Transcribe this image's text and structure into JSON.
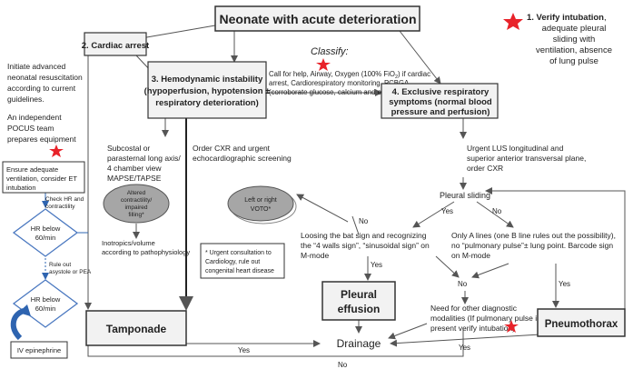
{
  "boxes": {
    "main": "Neonate with acute deterioration",
    "cardiac_arrest": "2. Cardiac arrest",
    "hemo_1": "3. Hemodynamic instability",
    "hemo_2": "(hypoperfusion, hypotension ±",
    "hemo_3": "respiratory deterioration)",
    "resp_1": "4. Exclusive respiratory",
    "resp_2": "symptoms (normal blood",
    "resp_3": "pressure and perfusion)",
    "tamponade": "Tamponade",
    "pleural_1": "Pleural",
    "pleural_2": "effusion",
    "pneumothorax": "Pneumothorax",
    "drainage": "Drainage"
  },
  "verify": {
    "line1_bold": "1. Verify intubation",
    "line1_rest": ",",
    "line2": "adequate pleural",
    "line3": "sliding with",
    "line4": "ventilation, absence",
    "line5": "of lung pulse"
  },
  "classify": {
    "title": "Classify:",
    "l1": "Call for help, Airway, Oxygen (100% FiO",
    "l1_sub": "2",
    "l1_end": ") if cardiac",
    "l2": "arrest, Cardiorespiratory monitoring, PCBGA",
    "l3": "(corroborate glucose, calcium and electrolytes)"
  },
  "left": {
    "initiate": [
      "Initiate advanced",
      "neonatal resuscitation",
      "according to current",
      "guidelines."
    ],
    "pocus": [
      "An independent",
      "POCUS team",
      "prepares equipment"
    ],
    "ensure": [
      "Ensure adequate",
      "ventilation, consider ET",
      "intubation"
    ],
    "check_hr": [
      "Check HR and",
      "contractility"
    ],
    "hr1": [
      "HR below",
      "60/min"
    ],
    "rule_out": [
      "Rule out",
      "asystole or PEA"
    ],
    "hr2": [
      "HR below",
      "60/min"
    ],
    "epi": "IV epinephrine"
  },
  "middle": {
    "subcostal": [
      "Subcostal or",
      "parasternal long axis/",
      "4 chamber view",
      "MAPSE/TAPSE"
    ],
    "altered": [
      "Altered",
      "contractility/",
      "impaired",
      "filling*"
    ],
    "votos": [
      "Left or right",
      "VOTO*"
    ],
    "inotropics": [
      "Inotropics/volume",
      "according to pathophysiology"
    ],
    "urgent_consult": [
      "* Urgent consultation to",
      "Cardiology, rule out",
      "congenital heart disease"
    ],
    "order_cxr": [
      "Order CXR and urgent",
      "echocardiographic screening"
    ]
  },
  "right": {
    "lus": [
      "Urgent LUS longitudinal and",
      "superior anterior transversal plane,",
      "order CXR"
    ],
    "pleural_sliding": "Pleural sliding",
    "loosing": [
      "Loosing the bat sign and recognizing",
      "the “4 walls sign”, “sinusoidal sign” on",
      "M-mode"
    ],
    "only_a": [
      "Only A lines (one B line rules out the possibility),",
      "no “pulmonary pulse”± lung point. Barcode sign",
      "on M-mode"
    ],
    "need_other": [
      "Need for other diagnostic",
      "modalities (If pulmonary pulse is",
      "present verify intubation)"
    ]
  },
  "labels": {
    "yes": "Yes",
    "no": "No"
  },
  "colors": {
    "star": "#e8232a",
    "box_fill": "#f2f2f2",
    "arrow_blue": "#2e64b0",
    "diamond_blue": "#4a78c0",
    "oval_fill": "#a6a6a6"
  }
}
